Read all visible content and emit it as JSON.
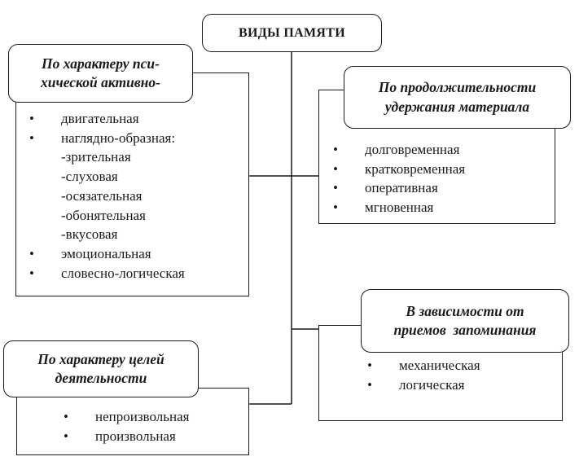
{
  "title": "ВИДЫ ПАМЯТИ",
  "groups": [
    {
      "heading": "По характеру пси-хической активно-",
      "heading_lines": [
        "По характеру пси-",
        "хической активно-"
      ],
      "items": [
        {
          "text": "двигательная",
          "bullet": true
        },
        {
          "text": "наглядно-образная:",
          "bullet": true
        },
        {
          "text": "-зрительная",
          "bullet": false
        },
        {
          "text": "-слуховая",
          "bullet": false
        },
        {
          "text": "-осязательная",
          "bullet": false
        },
        {
          "text": "-обонятельная",
          "bullet": false
        },
        {
          "text": "-вкусовая",
          "bullet": false
        },
        {
          "text": "эмоциональная",
          "bullet": true
        },
        {
          "text": "словесно-логическая",
          "bullet": true
        }
      ]
    },
    {
      "heading": "По продолжительности удержания материала",
      "heading_lines": [
        "По продолжительности",
        "удержания материала"
      ],
      "items": [
        {
          "text": "долговременная",
          "bullet": true
        },
        {
          "text": "кратковременная",
          "bullet": true
        },
        {
          "text": "оперативная",
          "bullet": true
        },
        {
          "text": "мгновенная",
          "bullet": true
        }
      ]
    },
    {
      "heading": "В зависимости от приемов запоминания",
      "heading_lines": [
        "В зависимости от",
        "приемов  запоминания"
      ],
      "items": [
        {
          "text": "механическая",
          "bullet": true
        },
        {
          "text": "логическая",
          "bullet": true
        }
      ]
    },
    {
      "heading": "По характеру целей деятельности",
      "heading_lines": [
        "По характеру целей",
        "деятельности"
      ],
      "items": [
        {
          "text": "непроизвольная",
          "bullet": true
        },
        {
          "text": "произвольная",
          "bullet": true
        }
      ]
    }
  ]
}
